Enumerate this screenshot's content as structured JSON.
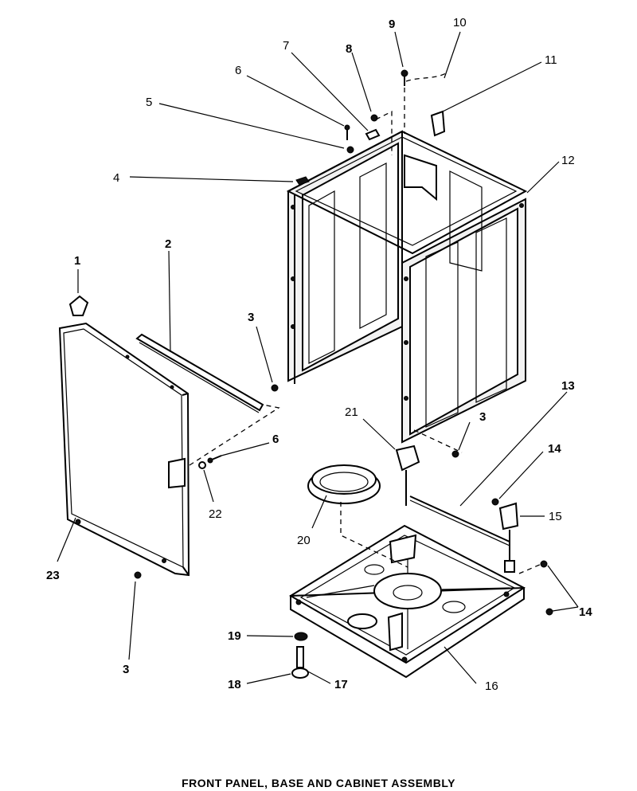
{
  "caption": "FRONT PANEL, BASE AND CABINET ASSEMBLY",
  "callouts": [
    {
      "label": "1"
    },
    {
      "label": "2"
    },
    {
      "label": "3"
    },
    {
      "label": "4"
    },
    {
      "label": "5"
    },
    {
      "label": "6"
    },
    {
      "label": "7"
    },
    {
      "label": "8"
    },
    {
      "label": "9"
    },
    {
      "label": "10"
    },
    {
      "label": "11"
    },
    {
      "label": "12"
    },
    {
      "label": "13"
    },
    {
      "label": "14"
    },
    {
      "label": "15"
    },
    {
      "label": "16"
    },
    {
      "label": "17"
    },
    {
      "label": "18"
    },
    {
      "label": "19"
    },
    {
      "label": "20"
    },
    {
      "label": "21"
    },
    {
      "label": "22"
    },
    {
      "label": "23"
    }
  ]
}
